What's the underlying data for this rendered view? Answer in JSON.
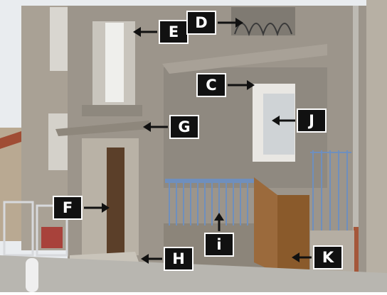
{
  "labels": {
    "e": "E",
    "d": "D",
    "c": "C",
    "g": "G",
    "j": "J",
    "f": "F",
    "i": "i",
    "h": "H",
    "k": "K"
  },
  "colors": {
    "label_bg": "#111111",
    "label_text": "#ffffff",
    "arrow": "#111111",
    "facade": "#9c958b",
    "railing": "#6f8fbd",
    "gate": "#8a5a2b"
  }
}
